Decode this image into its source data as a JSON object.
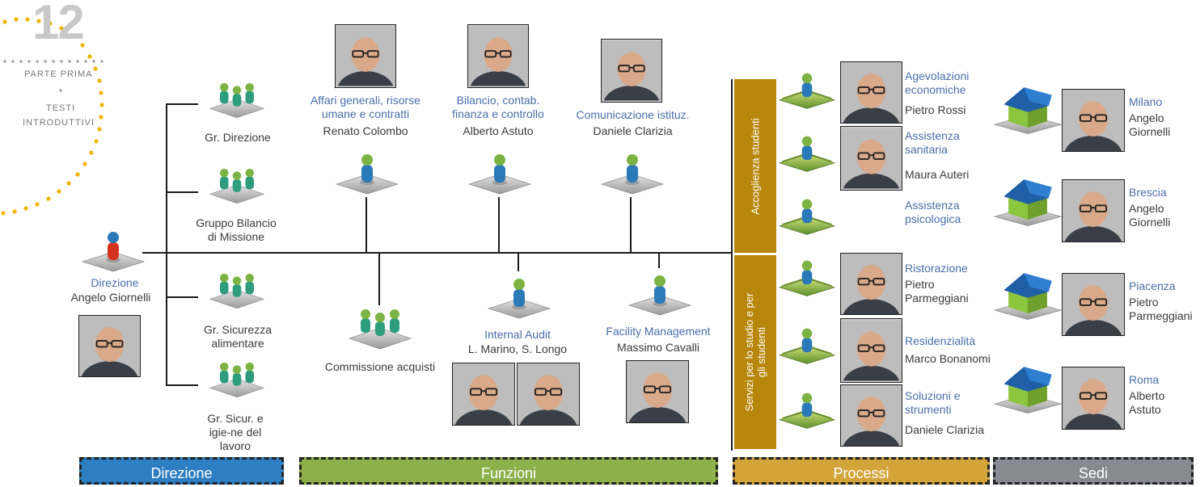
{
  "page": {
    "number": "12",
    "section_line1": "PARTE PRIMA",
    "section_line2": "TESTI",
    "section_line3": "INTRODUTTIVI"
  },
  "direzione": {
    "title": "Direzione",
    "name": "Angelo Giornelli"
  },
  "groups": [
    "Gr. Direzione",
    "Gruppo Bilancio di Missione",
    "Gr. Sicurezza alimentare",
    "Gr. Sicur. e igie-ne del lavoro"
  ],
  "top_functions": [
    {
      "title": "Affari generali, risorse umane e contratti",
      "name": "Renato Colombo"
    },
    {
      "title": "Bilancio, contab. finanza e controllo",
      "name": "Alberto Astuto"
    },
    {
      "title": "Comunicazione istituz.",
      "name": "Daniele Clarizia"
    }
  ],
  "bottom_functions": {
    "commissione": "Commissione acquisti",
    "audit_title": "Internal Audit",
    "audit_names": "L. Marino, S. Longo",
    "facility_title": "Facility Management",
    "facility_name": "Massimo Cavalli"
  },
  "process_groups": {
    "accoglienza": "Accoglienza studenti",
    "servizi": "Servizi per lo studio e per gli studenti"
  },
  "processes": [
    {
      "title": "Agevolazioni economiche",
      "name": "Pietro Rossi"
    },
    {
      "title": "Assistenza sanitaria",
      "name": "Maura Auteri"
    },
    {
      "title": "Assistenza psicologica",
      "name": ""
    },
    {
      "title": "Ristorazione",
      "name": "Pietro Parmeggiani"
    },
    {
      "title": "Residenzialità",
      "name": "Marco Bonanomi"
    },
    {
      "title": "Soluzioni e strumenti",
      "name": "Daniele Clarizia"
    }
  ],
  "sedi": [
    {
      "city": "Milano",
      "name": "Angelo Giornelli"
    },
    {
      "city": "Brescia",
      "name": "Angelo Giornelli"
    },
    {
      "city": "Piacenza",
      "name": "Pietro Parmeggiani"
    },
    {
      "city": "Roma",
      "name": "Alberto Astuto"
    }
  ],
  "bands": {
    "direzione": "Direzione",
    "funzioni": "Funzioni",
    "processi": "Processi",
    "sedi": "Sedi"
  },
  "colors": {
    "blue": "#2e7fc1",
    "green": "#8cb04a",
    "gold": "#d3a43a",
    "gray": "#878a90",
    "process_bar": "#b8860b",
    "dots": "#f0b400",
    "link": "#4a6ea8"
  },
  "icons": {
    "person": "person-on-tile-icon",
    "group": "group-on-tile-icon",
    "house": "house-icon"
  }
}
